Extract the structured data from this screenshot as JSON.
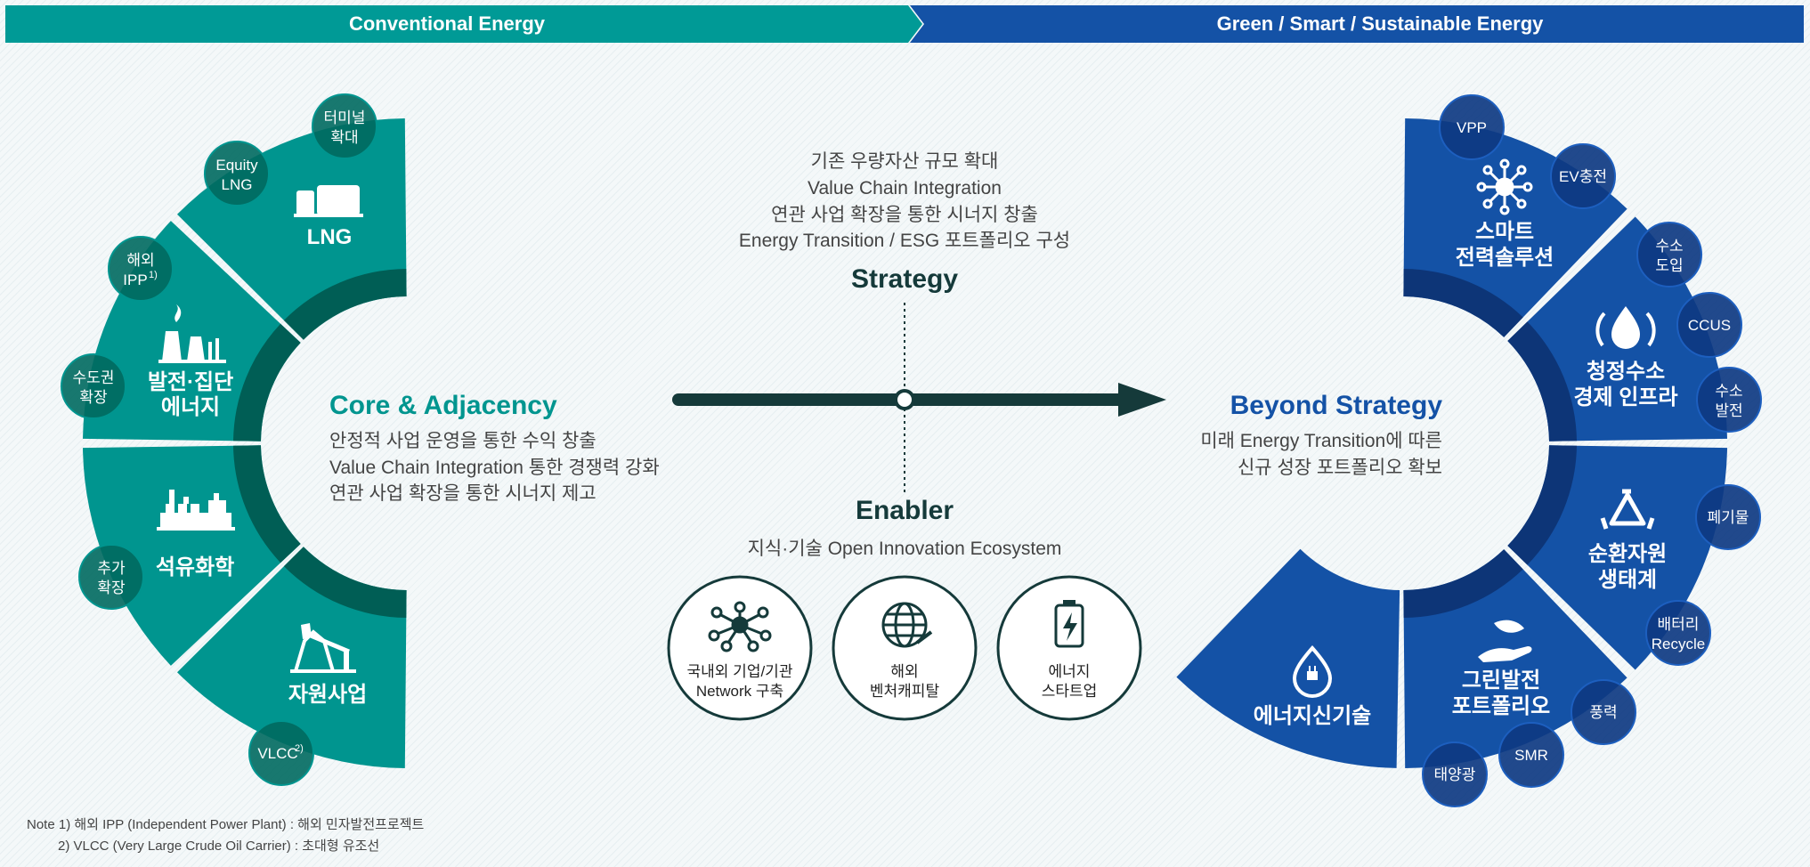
{
  "header": {
    "left_label": "Conventional Energy",
    "right_label": "Green / Smart / Sustainable Energy",
    "left_color": "#009a96",
    "right_color": "#1452a6"
  },
  "colors": {
    "teal": "#00958f",
    "teal_dark": "#00695f",
    "teal_band": "#005e55",
    "blue": "#1452a6",
    "blue_dark": "#0e3a82",
    "blue_band": "#0d3577",
    "dark_text": "#153a3a"
  },
  "left_segments": [
    {
      "label": "LNG",
      "icon": "lng-tank-icon"
    },
    {
      "label": "발전·집단",
      "label2": "에너지",
      "icon": "power-plant-icon"
    },
    {
      "label": "석유화학",
      "icon": "petrochemical-plant-icon"
    },
    {
      "label": "자원사업",
      "icon": "oil-pump-icon"
    }
  ],
  "left_bubbles": [
    {
      "line1": "터미널",
      "line2": "확대"
    },
    {
      "line1": "Equity",
      "line2": "LNG"
    },
    {
      "line1": "해외",
      "line2": "IPP",
      "sup": "1)"
    },
    {
      "line1": "수도권",
      "line2": "확장"
    },
    {
      "line1": "추가",
      "line2": "확장"
    },
    {
      "line1": "VLCC",
      "sup": "2)"
    }
  ],
  "core": {
    "title": "Core & Adjacency",
    "lines": [
      "안정적 사업 운영을 통한 수익 창출",
      "Value Chain Integration 통한 경쟁력 강화",
      "연관 사업 확장을 통한 시너지 제고"
    ]
  },
  "strategy": {
    "lines": [
      "기존 우량자산 규모 확대",
      "Value Chain Integration",
      "연관 사업 확장을 통한 시너지 창출",
      "Energy Transition / ESG 포트폴리오 구성"
    ],
    "title": "Strategy"
  },
  "enabler": {
    "title": "Enabler",
    "subtitle": "지식·기술 Open Innovation Ecosystem",
    "circles": [
      {
        "line1": "국내외 기업/기관",
        "line2": "Network 구축",
        "icon": "network-nodes-icon"
      },
      {
        "line1": "해외",
        "line2": "벤처캐피탈",
        "icon": "globe-icon"
      },
      {
        "line1": "에너지",
        "line2": "스타트업",
        "icon": "battery-icon"
      }
    ]
  },
  "beyond": {
    "title": "Beyond Strategy",
    "lines": [
      "미래 Energy Transition에 따른",
      "신규 성장 포트폴리오 확보"
    ]
  },
  "right_segments": [
    {
      "label": "스마트",
      "label2": "전력솔루션",
      "icon": "smart-grid-icon"
    },
    {
      "label": "청정수소",
      "label2": "경제 인프라",
      "icon": "hydrogen-drop-icon"
    },
    {
      "label": "순환자원",
      "label2": "생태계",
      "icon": "recycle-icon"
    },
    {
      "label": "그린발전",
      "label2": "포트폴리오",
      "icon": "green-leaf-hand-icon"
    },
    {
      "label": "에너지신기술",
      "icon": "energy-plug-drop-icon"
    }
  ],
  "right_bubbles": [
    {
      "line1": "VPP"
    },
    {
      "line1": "EV충전"
    },
    {
      "line1": "수소",
      "line2": "도입"
    },
    {
      "line1": "CCUS"
    },
    {
      "line1": "수소",
      "line2": "발전"
    },
    {
      "line1": "폐기물"
    },
    {
      "line1": "배터리",
      "line2": "Recycle"
    },
    {
      "line1": "풍력"
    },
    {
      "line1": "SMR"
    },
    {
      "line1": "태양광"
    }
  ],
  "notes": [
    "Note 1) 해외 IPP (Independent Power Plant) : 해외 민자발전프로젝트",
    "2) VLCC (Very Large Crude Oil Carrier) : 초대형 유조선"
  ]
}
